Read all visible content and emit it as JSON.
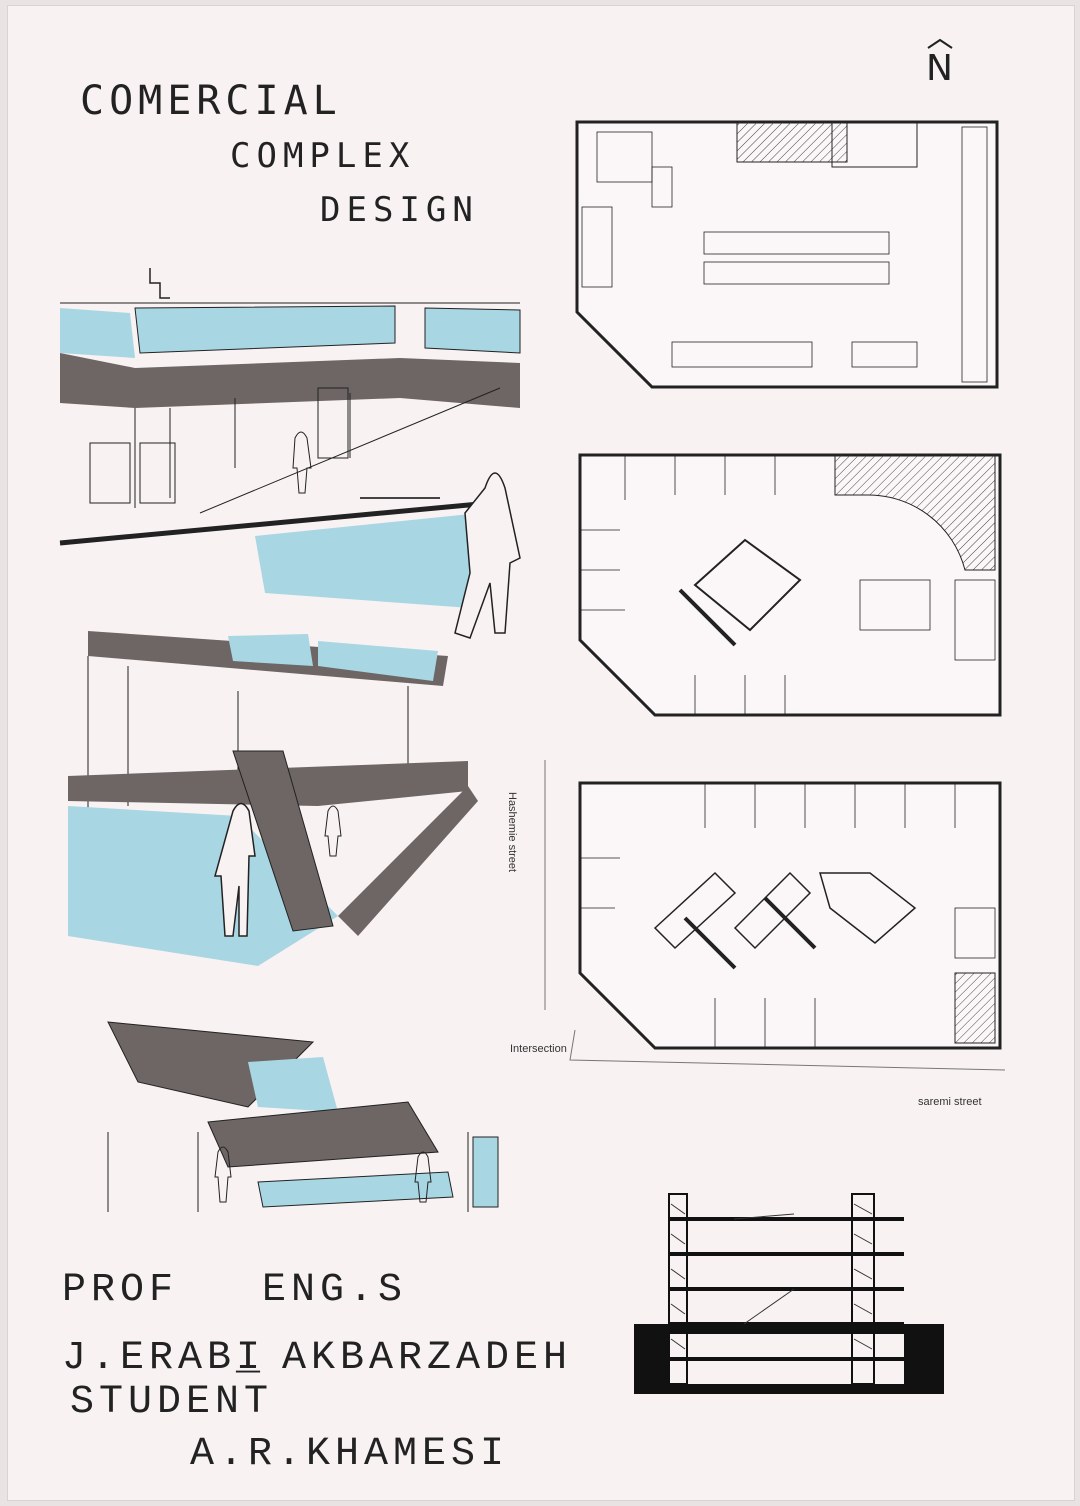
{
  "title": {
    "line1": "COMERCIAL",
    "line2": "COMPLEX",
    "line3": "DESIGN"
  },
  "north_marker": "N",
  "credits": {
    "prof_label": "PROF",
    "engs_label": "ENG.S",
    "prof_name": "J.ERABI",
    "eng_name": "AKBARZADEH",
    "student_label": "STUDENT",
    "student_name": "A.R.KHAMESI",
    "separator": "_"
  },
  "plan_labels": {
    "street_west": "Hashemie street",
    "intersection": "Intersection",
    "street_south": "saremi street"
  },
  "colors": {
    "paper": "#f8f2f3",
    "glass_blue": "#a9d6e3",
    "ink": "#222222",
    "marker_grey": "#5a5454"
  }
}
